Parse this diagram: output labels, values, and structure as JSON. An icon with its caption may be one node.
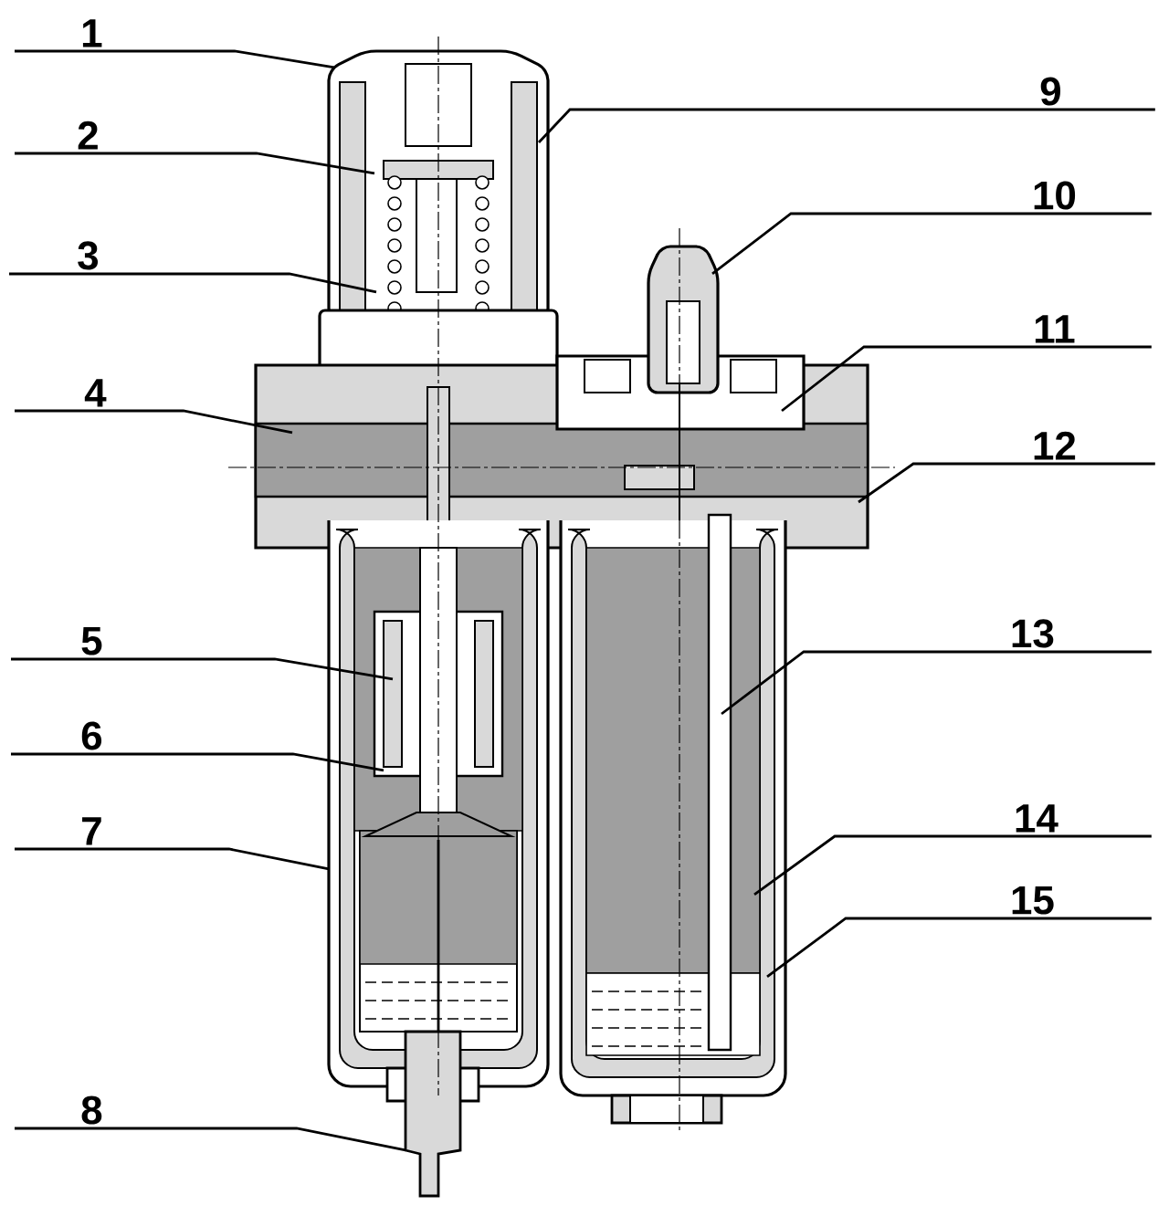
{
  "diagram": {
    "nodes": [
      {
        "text": [
          "1"
        ]
      },
      {
        "text": [
          "2"
        ]
      },
      {
        "text": [
          "3"
        ]
      },
      {
        "text": [
          "4"
        ]
      },
      {
        "text": [
          "5"
        ]
      },
      {
        "text": [
          "6"
        ]
      },
      {
        "text": [
          "7"
        ]
      },
      {
        "text": [
          "8"
        ]
      },
      {
        "text": [
          "9"
        ]
      },
      {
        "text": [
          "10"
        ]
      },
      {
        "text": [
          "11"
        ]
      },
      {
        "text": [
          "12"
        ]
      },
      {
        "text": [
          "13"
        ]
      },
      {
        "text": [
          "14"
        ]
      },
      {
        "text": [
          "15"
        ]
      }
    ],
    "edges": [
      {
        "from": 0,
        "to": null,
        "arrow": "none"
      },
      {
        "from": 1,
        "to": null,
        "arrow": "none"
      },
      {
        "from": 2,
        "to": null,
        "arrow": "none"
      },
      {
        "from": 3,
        "to": null,
        "arrow": "none"
      },
      {
        "from": 4,
        "to": null,
        "arrow": "none"
      },
      {
        "from": 5,
        "to": null,
        "arrow": "none"
      },
      {
        "from": 6,
        "to": null,
        "arrow": "none"
      },
      {
        "from": 7,
        "to": null,
        "arrow": "none"
      },
      {
        "from": 8,
        "to": null,
        "arrow": "none"
      },
      {
        "from": 9,
        "to": null,
        "arrow": "none"
      },
      {
        "from": 10,
        "to": null,
        "arrow": "none"
      },
      {
        "from": 11,
        "to": null,
        "arrow": "none"
      },
      {
        "from": 12,
        "to": null,
        "arrow": "none"
      },
      {
        "from": 13,
        "to": null,
        "arrow": "none"
      },
      {
        "from": 14,
        "to": null,
        "arrow": "none"
      }
    ]
  }
}
